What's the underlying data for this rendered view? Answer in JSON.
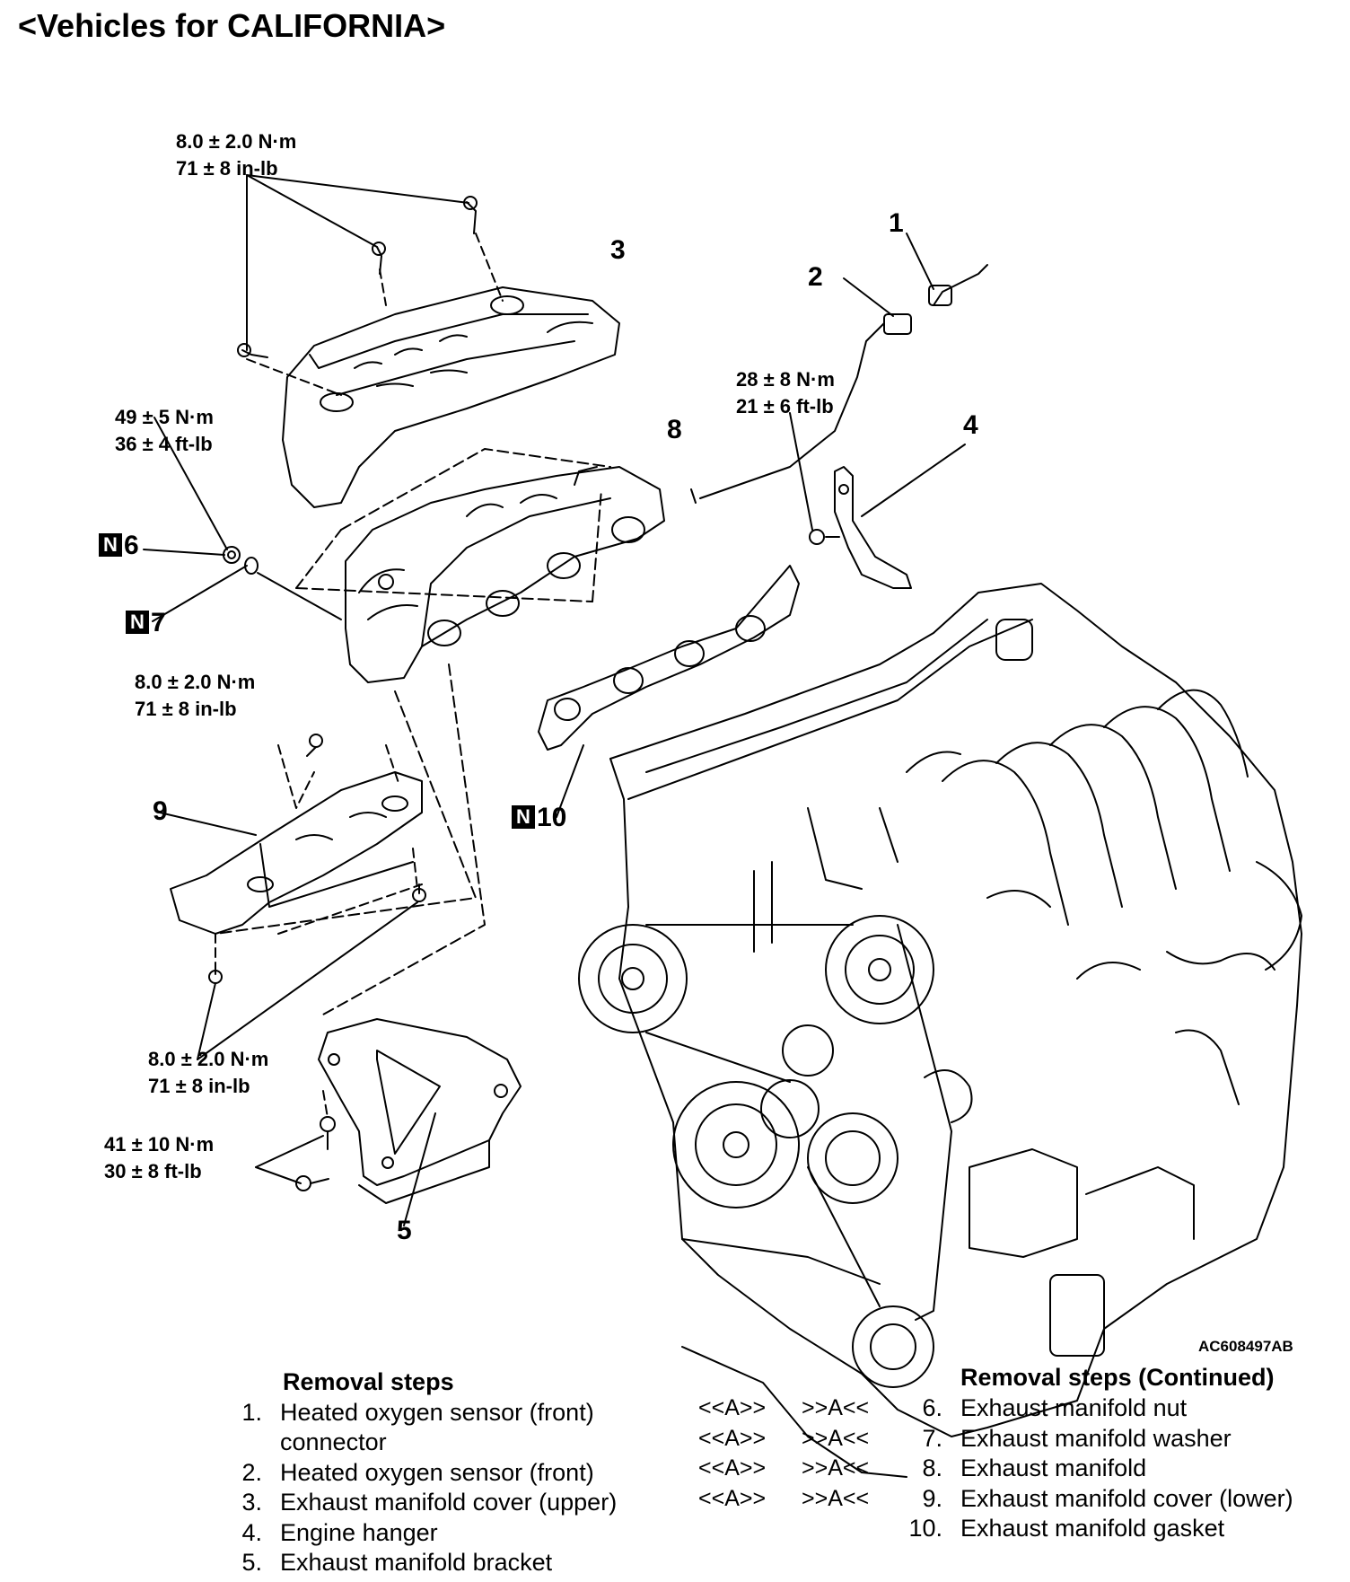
{
  "title": "<Vehicles for CALIFORNIA>",
  "figure_id": "AC608497AB",
  "torque_labels": {
    "t1_nm": "8.0 ± 2.0 N·m",
    "t1_imp": "71 ± 8 in-lb",
    "t2_nm": "49 ± 5 N·m",
    "t2_imp": "36 ± 4 ft-lb",
    "t3_nm": "28 ± 8 N·m",
    "t3_imp": "21 ± 6 ft-lb",
    "t4_nm": "8.0 ± 2.0 N·m",
    "t4_imp": "71 ± 8 in-lb",
    "t5_nm": "8.0 ± 2.0 N·m",
    "t5_imp": "71 ± 8 in-lb",
    "t6_nm": "41 ± 10 N·m",
    "t6_imp": "30 ± 8 ft-lb"
  },
  "callouts": {
    "c1": "1",
    "c2": "2",
    "c3": "3",
    "c4": "4",
    "c5": "5",
    "c6": "6",
    "c7": "7",
    "c8": "8",
    "c9": "9",
    "c10": "10",
    "new_part_badge": "N"
  },
  "removal_steps": {
    "heading": "Removal steps",
    "items": [
      {
        "num": "1.",
        "line1": "Heated oxygen sensor (front)",
        "line2": "connector"
      },
      {
        "num": "2.",
        "line1": "Heated oxygen sensor (front)"
      },
      {
        "num": "3.",
        "line1": "Exhaust manifold cover (upper)"
      },
      {
        "num": "4.",
        "line1": "Engine hanger"
      },
      {
        "num": "5.",
        "line1": "Exhaust manifold bracket"
      }
    ]
  },
  "removal_steps_continued": {
    "heading": "Removal steps (Continued)",
    "items": [
      {
        "mark_a": "<<A>>",
        "mark_b": ">>A<<",
        "num": "6.",
        "text": "Exhaust manifold nut"
      },
      {
        "mark_a": "<<A>>",
        "mark_b": ">>A<<",
        "num": "7.",
        "text": "Exhaust manifold washer"
      },
      {
        "mark_a": "<<A>>",
        "mark_b": ">>A<<",
        "num": "8.",
        "text": "Exhaust manifold"
      },
      {
        "mark_a": "<<A>>",
        "mark_b": ">>A<<",
        "num": "9.",
        "text": "Exhaust manifold cover (lower)"
      },
      {
        "num": "10.",
        "text": "Exhaust manifold gasket"
      }
    ]
  }
}
